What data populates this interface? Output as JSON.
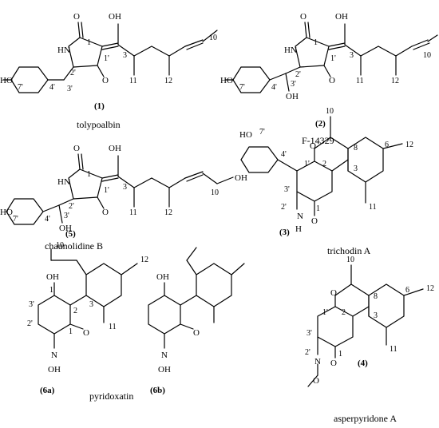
{
  "compounds": [
    {
      "id": "c1",
      "number": "(1)",
      "number_bold": "1",
      "name": "tolypoalbin"
    },
    {
      "id": "c2",
      "number": "(2)",
      "number_bold": "2",
      "name": "F-14329"
    },
    {
      "id": "c5",
      "number": "(5)",
      "number_bold": "5",
      "name": "chaunolidine B"
    },
    {
      "id": "c3",
      "number": "(3)",
      "number_bold": "3",
      "name": "trichodin A"
    },
    {
      "id": "c6a",
      "number": "(6a)",
      "number_bold": "6a",
      "name": ""
    },
    {
      "id": "c6b",
      "number": "(6b)",
      "number_bold": "6b",
      "name": ""
    },
    {
      "id": "c6",
      "number": "",
      "name": "pyridoxatin"
    },
    {
      "id": "c4",
      "number": "(4)",
      "number_bold": "4",
      "name": "asperpyridone A"
    }
  ],
  "atom_labels": {
    "OH": "OH",
    "HO": "HO",
    "O": "O",
    "HN": "HN",
    "N": "N",
    "H": "H",
    "OCH3": "O"
  },
  "positions": {
    "p1": "1",
    "p1p": "1'",
    "p2p": "2'",
    "p3": "3",
    "p3p": "3'",
    "p4p": "4'",
    "p7p": "7'",
    "p10": "10",
    "p11": "11",
    "p12": "12",
    "p2": "2",
    "p6": "6",
    "p8": "8"
  }
}
